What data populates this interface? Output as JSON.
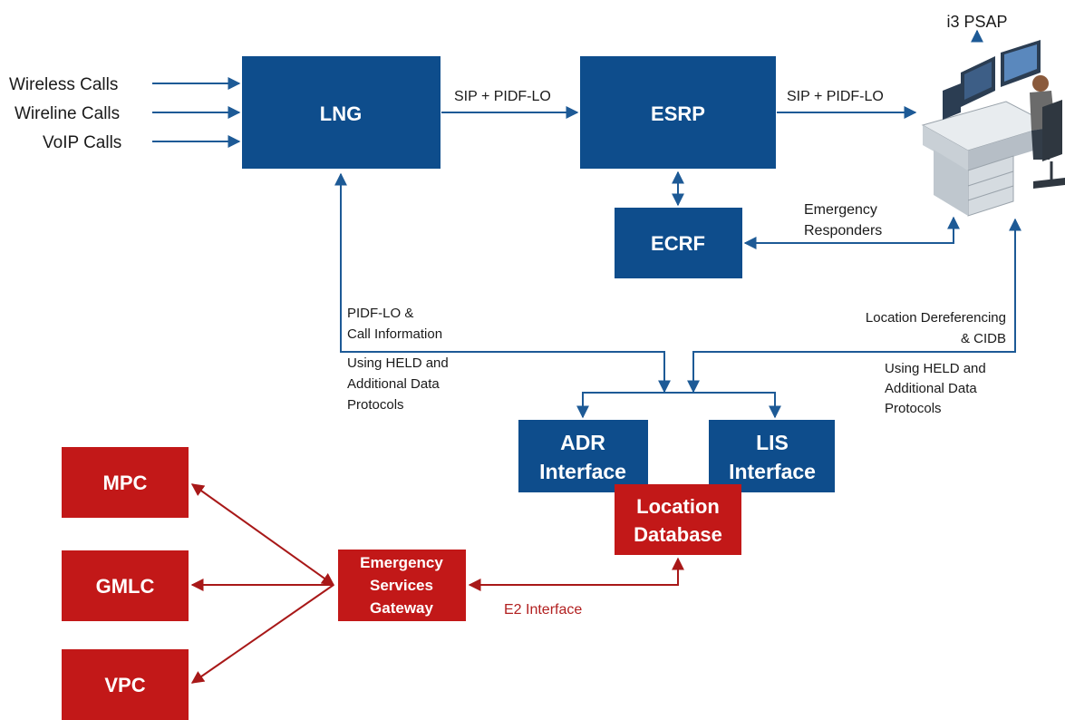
{
  "inputs": {
    "wireless": "Wireless Calls",
    "wireline": "Wireline Calls",
    "voip": "VoIP Calls"
  },
  "nodes": {
    "lng": "LNG",
    "esrp": "ESRP",
    "ecrf": "ECRF",
    "adr_line1": "ADR",
    "adr_line2": "Interface",
    "lis_line1": "LIS",
    "lis_line2": "Interface",
    "locdb_line1": "Location",
    "locdb_line2": "Database",
    "mpc": "MPC",
    "gmlc": "GMLC",
    "vpc": "VPC",
    "esgw_line1": "Emergency",
    "esgw_line2": "Services",
    "esgw_line3": "Gateway"
  },
  "labels": {
    "sip_pidf_1": "SIP + PIDF-LO",
    "sip_pidf_2": "SIP + PIDF-LO",
    "psap": "i3 PSAP",
    "emergency_line1": "Emergency",
    "emergency_line2": "Responders",
    "pidf_call_line1": "PIDF-LO &",
    "pidf_call_line2": "Call Information",
    "held_left_line1": "Using HELD and",
    "held_left_line2": "Additional Data",
    "held_left_line3": "Protocols",
    "loc_deref_line1": "Location Dereferencing",
    "loc_deref_line2": "& CIDB",
    "held_right_line1": "Using HELD and",
    "held_right_line2": "Additional Data",
    "held_right_line3": "Protocols",
    "e2": "E2 Interface"
  },
  "colors": {
    "blue_box": "#0e4d8c",
    "red_box": "#c21818",
    "blue_line": "#1d5a96",
    "red_line": "#a81818"
  }
}
